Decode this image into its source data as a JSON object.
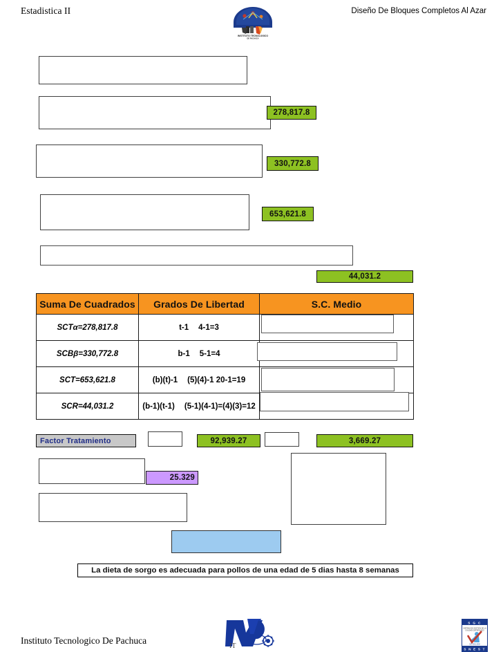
{
  "header": {
    "left_title": "Estadistica II",
    "right_title": "Diseño De Bloques Completos Al Azar",
    "logo_name": "instituto-tecnologico-logo",
    "logo_caption": "INSTITUTO TECNOLOGICO DE PACHUCA"
  },
  "values": {
    "sct_alpha": "278,817.8",
    "scb_beta": "330,772.8",
    "sct_total": "653,621.8",
    "scr": "44,031.2",
    "ms_treatment": "92,939.27",
    "ms_error": "3,669.27",
    "f_value": "25.329"
  },
  "table": {
    "headers": [
      "Suma De Cuadrados",
      "Grados De Libertad",
      "S.C. Medio"
    ],
    "rows": [
      {
        "label_prefix": "SCT",
        "label_sub": "α",
        "label_value": "=278,817.8",
        "df_formula": "t-1",
        "df_result": "4-1=3",
        "ms": ""
      },
      {
        "label_prefix": "SCB",
        "label_sub": "β",
        "label_value": "=330,772.8",
        "df_formula": "b-1",
        "df_result": "5-1=4",
        "ms": ""
      },
      {
        "label_prefix": "SCT",
        "label_sub": "",
        "label_value": "=653,621.8",
        "df_formula": "(b)(t)-1",
        "df_result": "(5)(4)-1  20-1=19",
        "ms": ""
      },
      {
        "label_prefix": "SCR",
        "label_sub": "",
        "label_value": "=44,031.2",
        "df_formula": "(b-1)(t-1)",
        "df_result": "(5-1)(4-1)=(4)(3)=12",
        "ms": ""
      }
    ]
  },
  "factor_row": {
    "label": "Factor Tratamiento"
  },
  "conclusion": {
    "text": "La dieta de sorgo es adecuada para pollos de una edad de 5 dias hasta 8 semanas"
  },
  "footer": {
    "institution": "Instituto Tecnologico De Pachuca",
    "logo_name": "itp-bird-logo",
    "cert_logo_name": "sgc-certification-logo",
    "cert_top_text": "S G C",
    "cert_bottom_text": "S N E S T"
  },
  "colors": {
    "green_chip": "#8DC122",
    "orange_header": "#F79420",
    "purple_chip": "#CC99FF",
    "blue_chip": "#9DCBF0",
    "grey_chip": "#C8C8C8",
    "label_blue_text": "#1F2C86"
  }
}
